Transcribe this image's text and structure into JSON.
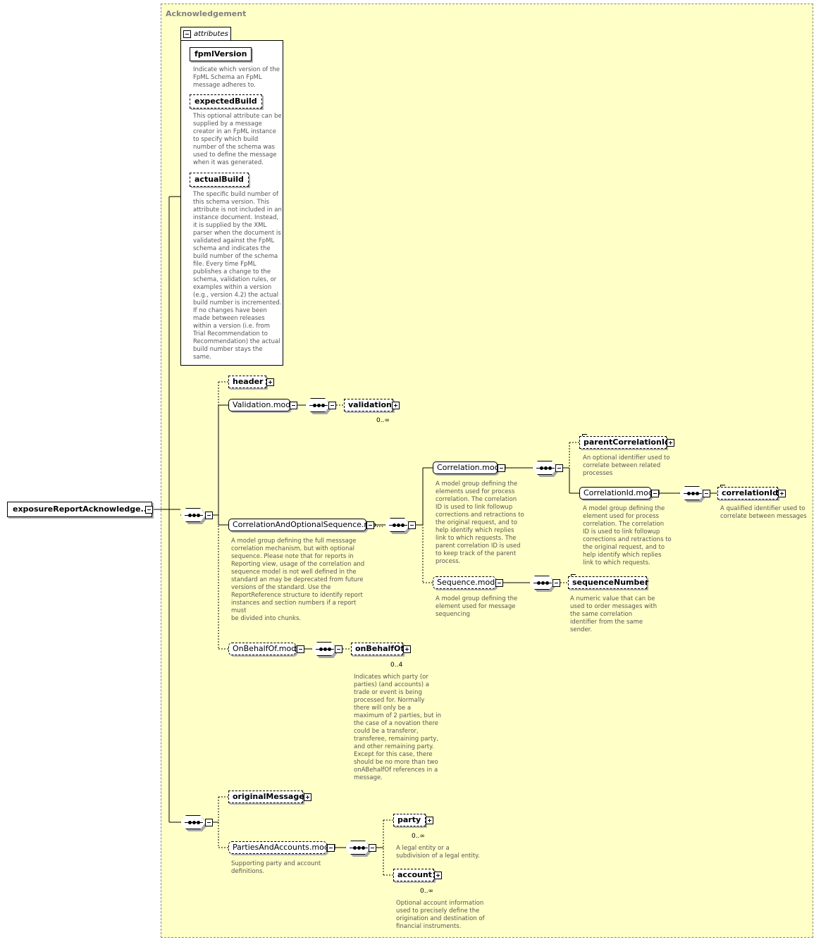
{
  "complex_type": "Acknowledgement",
  "root_element": "exposureReportAcknowledge...",
  "attributes_label": "attributes",
  "attributes": [
    {
      "name": "fpmlVersion",
      "optional": false,
      "doc": "Indicate which version of the\nFpML Schema an FpML\nmessage adheres to."
    },
    {
      "name": "expectedBuild",
      "optional": true,
      "doc": "This optional attribute can be\nsupplied by a message\ncreator in an FpML instance\nto specify which build\nnumber of the schema was\nused to define the message\nwhen it was generated."
    },
    {
      "name": "actualBuild",
      "optional": true,
      "doc": "The specific build number of\nthis schema version. This\nattribute is not included in an\ninstance document. Instead,\nit is supplied by the XML\nparser when the document is\nvalidated against the FpML\nschema and indicates the\nbuild number of the schema\nfile. Every time FpML\npublishes a change to the\nschema, validation rules, or\nexamples within a version\n(e.g., version 4.2) the actual\nbuild number is incremented.\nIf no changes have been\nmade between releases\nwithin a version (i.e. from\nTrial Recommendation to\nRecommendation) the actual\nbuild number stays the\nsame."
    }
  ],
  "elements": {
    "header": "header",
    "validation_model": "Validation.model",
    "validation": "validation",
    "validation_card": "0..∞",
    "corr_seq_model": "CorrelationAndOptionalSequence.mo...",
    "corr_seq_doc": "A model group defining the full messsage\ncorrelation mechanism, but with optional\nsequence. Please note that for reports in\nReporting view, usage of the correlation and\nsequence model is not well defined in the\nstandard an may be deprecated from future\nversions of the standard. Use the\nReportReference structure to identify report\ninstances and section numbers if a report must\nbe divided into chunks.",
    "correlation_model": "Correlation.model",
    "correlation_doc": "A model group defining the\nelements used for process\ncorrelation. The correlation\nID is used to link followup\ncorrections and retractions to\nthe original request, and to\nhelp identify which replies\nlink to which requests. The\nparent correlation ID is used\nto keep track of the parent\nprocess.",
    "parent_correlation_id": "parentCorrelationId",
    "parent_correlation_doc": "An optional identifier used to\ncorrelate between related\nprocesses",
    "correlation_id_model": "CorrelationId.model",
    "correlation_id_model_doc": "A model group defining the\nelement used for process\ncorrelation. The correlation\nID is used to link followup\ncorrections and retractions to\nthe original request, and to\nhelp identify which replies\nlink to which requests.",
    "correlation_id": "correlationId",
    "correlation_id_doc": "A qualified identifier used to\ncorrelate between messages",
    "sequence_model": "Sequence.model",
    "sequence_model_doc": "A model group defining the\nelement used for message\nsequencing",
    "sequence_number": "sequenceNumber",
    "sequence_number_doc": "A numeric value that can be\nused to order messages with\nthe same correlation\nidentifier from the same\nsender.",
    "on_behalf_of_model": "OnBehalfOf.model",
    "on_behalf_of": "onBehalfOf",
    "on_behalf_of_card": "0..4",
    "on_behalf_of_doc": "Indicates which party (or\nparties) (and accounts) a\ntrade or event is being\nprocessed for. Normally\nthere will only be a\nmaximum of 2 parties, but in\nthe case of a novation there\ncould be a transferor,\ntransferee, remaining party,\nand other remaining party.\nExcept for this case, there\nshould be no more than two\nonABehalfOf references in a\nmessage.",
    "original_message": "originalMessage",
    "parties_model": "PartiesAndAccounts.model",
    "parties_model_doc": "Supporting party and account\ndefinitions.",
    "party": "party",
    "party_card": "0..∞",
    "party_doc": "A legal entity or a\nsubdivision of a legal entity.",
    "account": "account",
    "account_card": "0..∞",
    "account_doc": "Optional account information\nused to precisely define the\norigination and destination of\nfinancial instruments."
  }
}
